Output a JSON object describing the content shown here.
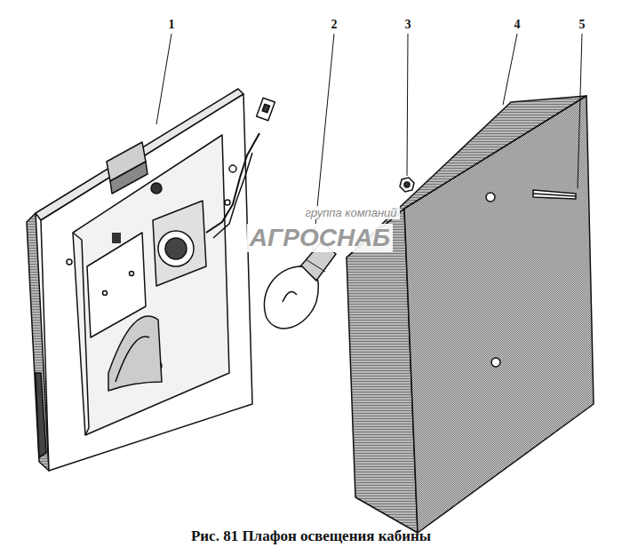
{
  "diagram": {
    "caption": "Рис. 81 Плафон освещения кабины",
    "labels": [
      "1",
      "2",
      "3",
      "4",
      "5",
      "группа компаний",
      "АГРОСНАБ"
    ]
  }
}
